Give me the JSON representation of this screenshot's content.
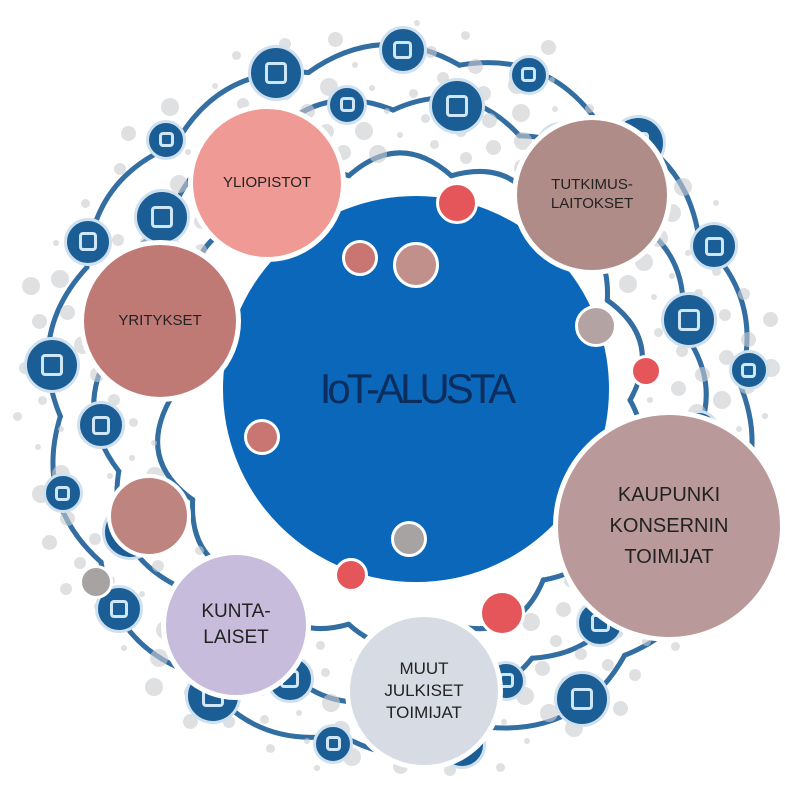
{
  "diagram": {
    "center": {
      "label": "IoT-ALUSTA"
    },
    "nodes": [
      {
        "id": "yliopistot",
        "label": "YLIOPISTOT",
        "color": "#ef9a94"
      },
      {
        "id": "tutkimuslaitokset",
        "label": "TUTKIMUS-\nLAITOKSET",
        "color": "#b08c88"
      },
      {
        "id": "yritykset",
        "label": "YRITYKSET",
        "color": "#c07a76"
      },
      {
        "id": "kaupunki",
        "label": "KAUPUNKI\nKONSERNIN\nTOIMIJAT",
        "color": "#b9999a"
      },
      {
        "id": "kuntalaiset",
        "label": "KUNTA-\nLAISET",
        "color": "#c7bcdc"
      },
      {
        "id": "muut",
        "label": "MUUT\nJULKISET\nTOIMIJAT",
        "color": "#d7dbe3"
      },
      {
        "id": "blank",
        "label": "",
        "color": "#be8580"
      }
    ],
    "colors": {
      "center": "#0a67b9",
      "red_dot": "#e5565a",
      "rose_dot": "#c97672",
      "brown_dot": "#c1908a",
      "grey_dot": "#a7a3a2",
      "network_lines": "#1d5f98",
      "background_icons": "#1b5e96"
    }
  }
}
